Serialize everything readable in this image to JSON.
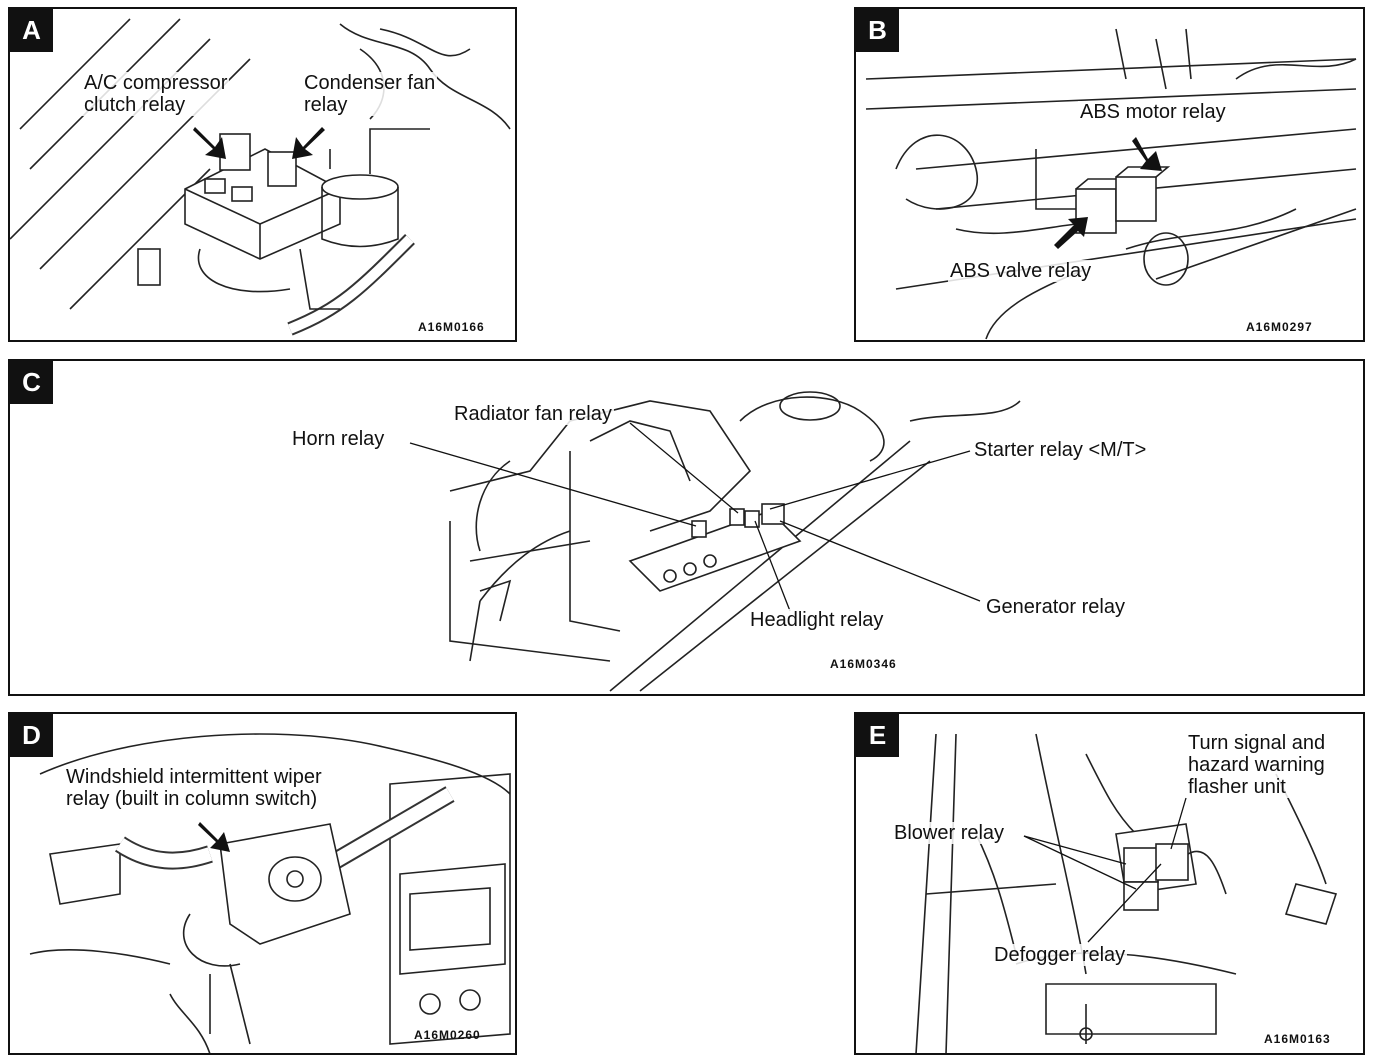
{
  "panels": {
    "a": {
      "letter": "A",
      "code": "A16M0166",
      "labels": {
        "ac_relay": "A/C compressor\nclutch relay",
        "condenser_relay": "Condenser fan\nrelay"
      }
    },
    "b": {
      "letter": "B",
      "code": "A16M0297",
      "labels": {
        "abs_motor": "ABS motor relay",
        "abs_valve": "ABS valve relay"
      }
    },
    "c": {
      "letter": "C",
      "code": "A16M0346",
      "labels": {
        "radiator": "Radiator fan relay",
        "horn": "Horn relay",
        "starter": "Starter relay <M/T>",
        "headlight": "Headlight relay",
        "generator": "Generator relay"
      }
    },
    "d": {
      "letter": "D",
      "code": "A16M0260",
      "labels": {
        "wiper": "Windshield intermittent wiper\nrelay (built in column switch)"
      }
    },
    "e": {
      "letter": "E",
      "code": "A16M0163",
      "labels": {
        "turn_signal": "Turn signal and\nhazard warning\nflasher unit",
        "blower": "Blower relay",
        "defogger": "Defogger relay"
      }
    }
  }
}
